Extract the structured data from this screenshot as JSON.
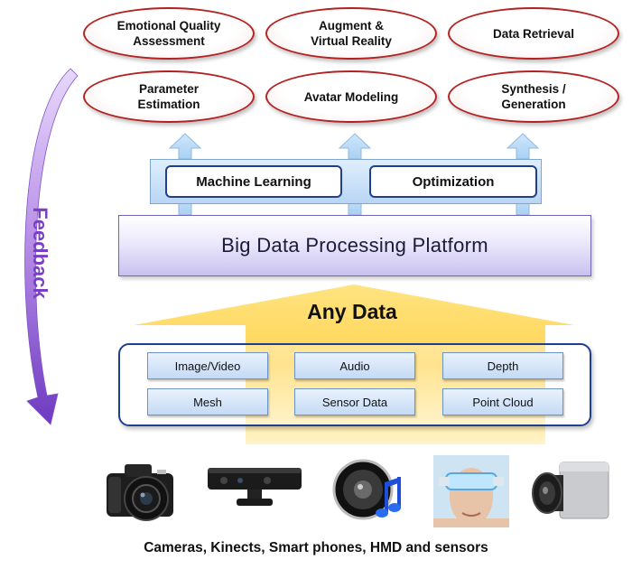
{
  "tasks_row1": [
    {
      "label": "Emotional Quality\nAssessment"
    },
    {
      "label": "Augment &\nVirtual Reality"
    },
    {
      "label": "Data Retrieval"
    }
  ],
  "tasks_row2": [
    {
      "label": "Parameter\nEstimation"
    },
    {
      "label": "Avatar Modeling"
    },
    {
      "label": "Synthesis /\nGeneration"
    }
  ],
  "algorithms": [
    "Machine Learning",
    "Optimization"
  ],
  "platform_label": "Big Data Processing Platform",
  "any_data_label": "Any Data",
  "data_types_row1": [
    "Image/Video",
    "Audio",
    "Depth"
  ],
  "data_types_row2": [
    "Mesh",
    "Sensor Data",
    "Point Cloud"
  ],
  "feedback_label": "Feedback",
  "sources_label": "Cameras, Kinects, Smart phones, HMD and sensors",
  "devices": [
    "camera-icon",
    "kinect-icon",
    "speaker-music-icon",
    "hmd-person-icon",
    "sensor-camera-icon"
  ],
  "colors": {
    "task_border": "#b22222",
    "algo_border": "#1f3f8f",
    "platform_fill": "#c9c1f0",
    "arrow_yellow": "#ffd24a",
    "feedback_purple": "#7a3fc7"
  }
}
